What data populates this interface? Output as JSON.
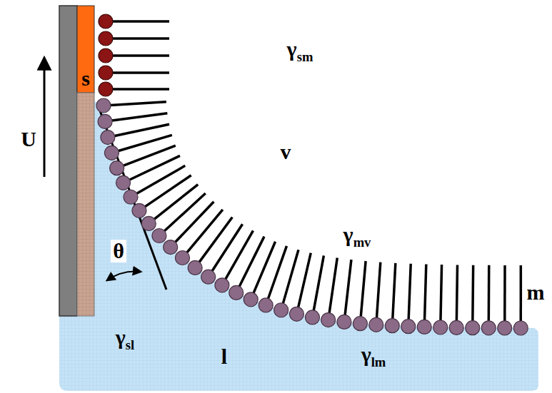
{
  "diagram": {
    "labels": [
      "s",
      "γsm",
      "U",
      "v",
      "θ",
      "γmv",
      "m",
      "γsl",
      "l",
      "γlm"
    ]
  }
}
